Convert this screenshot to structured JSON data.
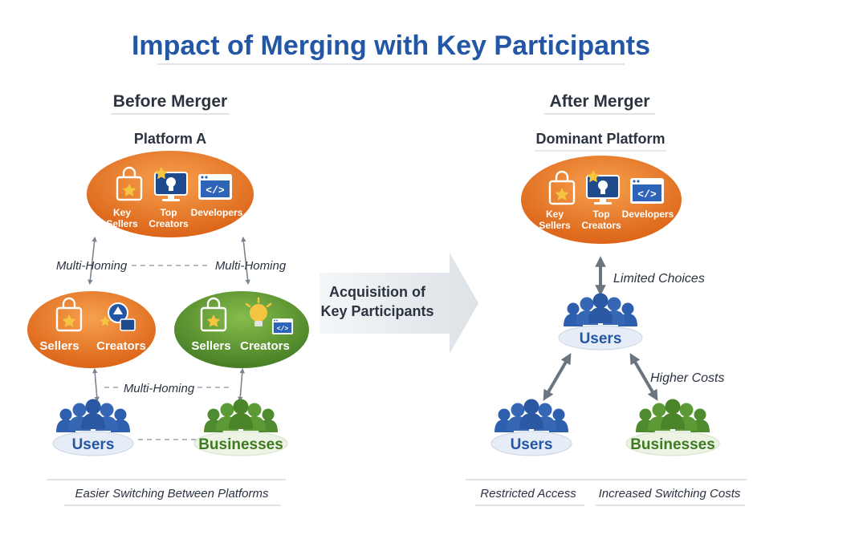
{
  "title": "Impact of Merging with Key Participants",
  "before": {
    "heading": "Before Merger",
    "platform_label": "Platform A",
    "platform_items": [
      "Key",
      "Sellers",
      "Top",
      "Creators",
      "Developers"
    ],
    "multi_homing_left": "Multi-Homing",
    "multi_homing_right": "Multi-Homing",
    "orange_platform": {
      "sellers": "Sellers",
      "creators": "Creators"
    },
    "green_platform": {
      "sellers": "Sellers",
      "creators": "Creators"
    },
    "multi_homing_bottom": "Multi-Homing",
    "users": "Users",
    "businesses": "Businesses",
    "footer": "Easier Switching Between Platforms"
  },
  "acquisition": {
    "line1": "Acquisition of",
    "line2": "Key Participants"
  },
  "after": {
    "heading": "After Merger",
    "platform_label": "Dominant Platform",
    "platform_items": [
      "Key",
      "Sellers",
      "Top",
      "Creators",
      "Developers"
    ],
    "limited_choices": "Limited Choices",
    "center_users": "Users",
    "higher_costs": "Higher Costs",
    "users": "Users",
    "businesses": "Businesses",
    "footer_left": "Restricted Access",
    "footer_right": "Increased Switching Costs"
  },
  "colors": {
    "title_blue": "#2456a6",
    "orange": "#e8782a",
    "green": "#5c9a35",
    "users_blue": "#2d5fae",
    "businesses_green": "#4e8a2e"
  },
  "icons": [
    "shopping-bag-icon",
    "monitor-star-icon",
    "code-window-icon",
    "creator-avatar-icon",
    "lightbulb-icon"
  ]
}
